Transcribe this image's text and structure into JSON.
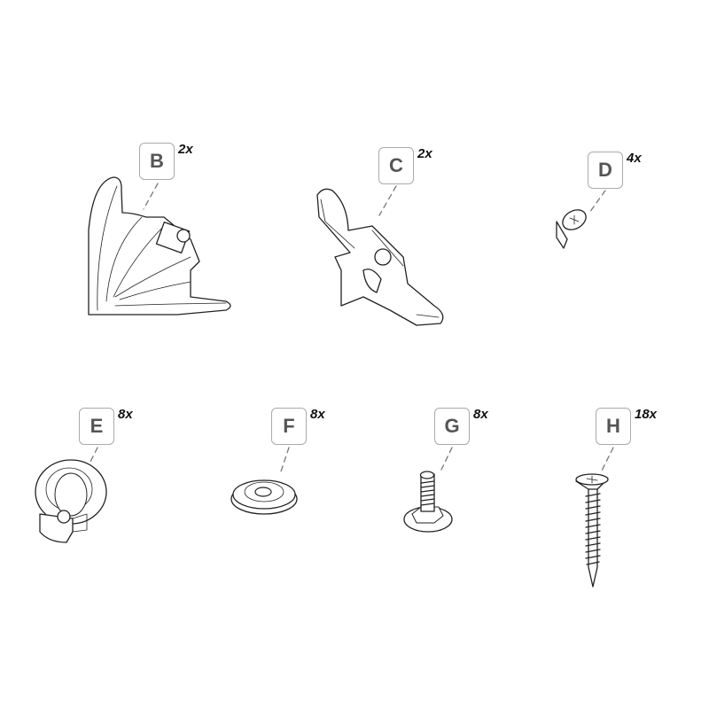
{
  "parts": [
    {
      "letter": "B",
      "count": "2x",
      "icon": "corner-bracket"
    },
    {
      "letter": "C",
      "count": "2x",
      "icon": "clip-bracket"
    },
    {
      "letter": "D",
      "count": "4x",
      "icon": "short-screw"
    },
    {
      "letter": "E",
      "count": "8x",
      "icon": "eye-nut"
    },
    {
      "letter": "F",
      "count": "8x",
      "icon": "washer"
    },
    {
      "letter": "G",
      "count": "8x",
      "icon": "carriage-bolt"
    },
    {
      "letter": "H",
      "count": "18x",
      "icon": "wood-screw"
    }
  ],
  "colors": {
    "label_border": "#aaaaaa",
    "label_text": "#555555",
    "line_art": "#222222"
  }
}
